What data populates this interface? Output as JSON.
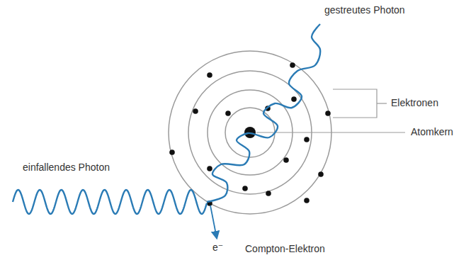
{
  "diagram": {
    "labels": [
      "gestreutes Photon",
      "Elektronen",
      "Atomkern",
      "einfallendes Photon",
      "e⁻",
      "Compton-Elektron"
    ]
  }
}
